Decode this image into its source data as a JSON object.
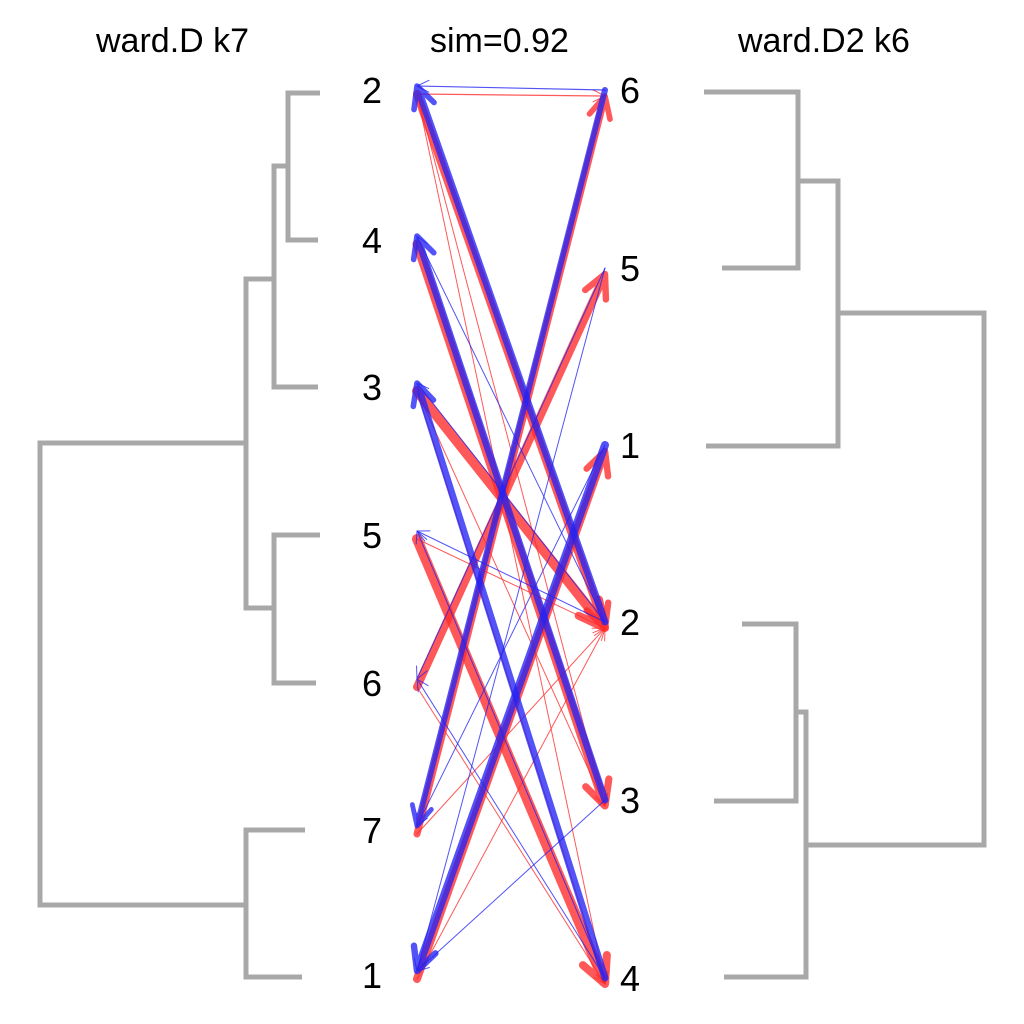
{
  "titles": {
    "left": "ward.D k7",
    "middle": "sim=0.92",
    "right": "ward.D2 k6"
  },
  "colors": {
    "dendrogram": "#a8a8a8",
    "red_arrows": "#ff2a2a",
    "blue_arrows": "#2323f5"
  },
  "left_labels": [
    "2",
    "4",
    "3",
    "5",
    "6",
    "7",
    "1"
  ],
  "right_labels": [
    "6",
    "5",
    "1",
    "2",
    "3",
    "4"
  ]
}
